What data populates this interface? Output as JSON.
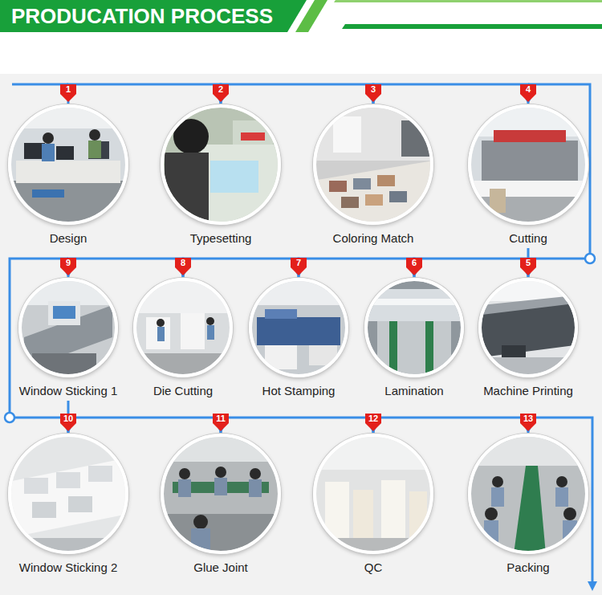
{
  "diagram": {
    "title": "PRODUCATION PROCESS",
    "nodes": [
      {
        "text": [
          "Design"
        ]
      },
      {
        "text": [
          "Typesetting"
        ]
      },
      {
        "text": [
          "Coloring Match"
        ]
      },
      {
        "text": [
          "Cutting"
        ]
      },
      {
        "text": [
          "Machine Printing"
        ]
      },
      {
        "text": [
          "Lamination"
        ]
      },
      {
        "text": [
          "Hot Stamping"
        ]
      },
      {
        "text": [
          "Die Cutting"
        ]
      },
      {
        "text": [
          "Window Sticking 1"
        ]
      },
      {
        "text": [
          "Window Sticking 2"
        ]
      },
      {
        "text": [
          "Glue Joint"
        ]
      },
      {
        "text": [
          "QC"
        ]
      },
      {
        "text": [
          "Packing"
        ]
      }
    ],
    "edges": [
      {
        "from": 0,
        "to": 1,
        "arrow": "to"
      },
      {
        "from": 1,
        "to": 2,
        "arrow": "to"
      },
      {
        "from": 2,
        "to": 3,
        "arrow": "to"
      },
      {
        "from": 3,
        "to": 4,
        "arrow": "to"
      },
      {
        "from": 4,
        "to": 5,
        "arrow": "to"
      },
      {
        "from": 5,
        "to": 6,
        "arrow": "to"
      },
      {
        "from": 6,
        "to": 7,
        "arrow": "to"
      },
      {
        "from": 7,
        "to": 8,
        "arrow": "to"
      },
      {
        "from": 8,
        "to": 9,
        "arrow": "to"
      },
      {
        "from": 9,
        "to": 10,
        "arrow": "to"
      },
      {
        "from": 10,
        "to": 11,
        "arrow": "to"
      },
      {
        "from": 11,
        "to": 12,
        "arrow": "to"
      }
    ],
    "labels": [
      "1",
      "2",
      "3",
      "4",
      "5",
      "6",
      "7",
      "8",
      "9",
      "10",
      "11",
      "12",
      "13"
    ]
  }
}
